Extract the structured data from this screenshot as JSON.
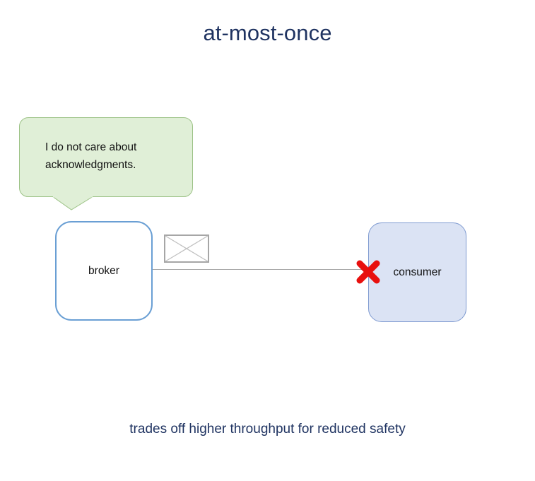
{
  "slide": {
    "title": "at-most-once",
    "caption": "trades off higher throughput for reduced safety",
    "background": "#ffffff",
    "title_color": "#1f3361",
    "caption_color": "#1f3361"
  },
  "callout": {
    "line1": "I do not care about",
    "line2": "acknowledgments.",
    "fill": "#e0efd7",
    "border": "#9cc286",
    "text_color": "#111111"
  },
  "diagram": {
    "broker": {
      "label": "broker",
      "fill": "#ffffff",
      "border": "#6a9fd4"
    },
    "consumer": {
      "label": "consumer",
      "fill": "#dbe3f4",
      "border": "#7e9ad0"
    },
    "connector": {
      "color": "#a6a6a6"
    },
    "message_placeholder": {
      "icon": "crossed-box-placeholder-icon",
      "border": "#a6a6a6"
    },
    "drop_marker": {
      "icon": "red-x-icon",
      "color": "#e8100e"
    }
  }
}
